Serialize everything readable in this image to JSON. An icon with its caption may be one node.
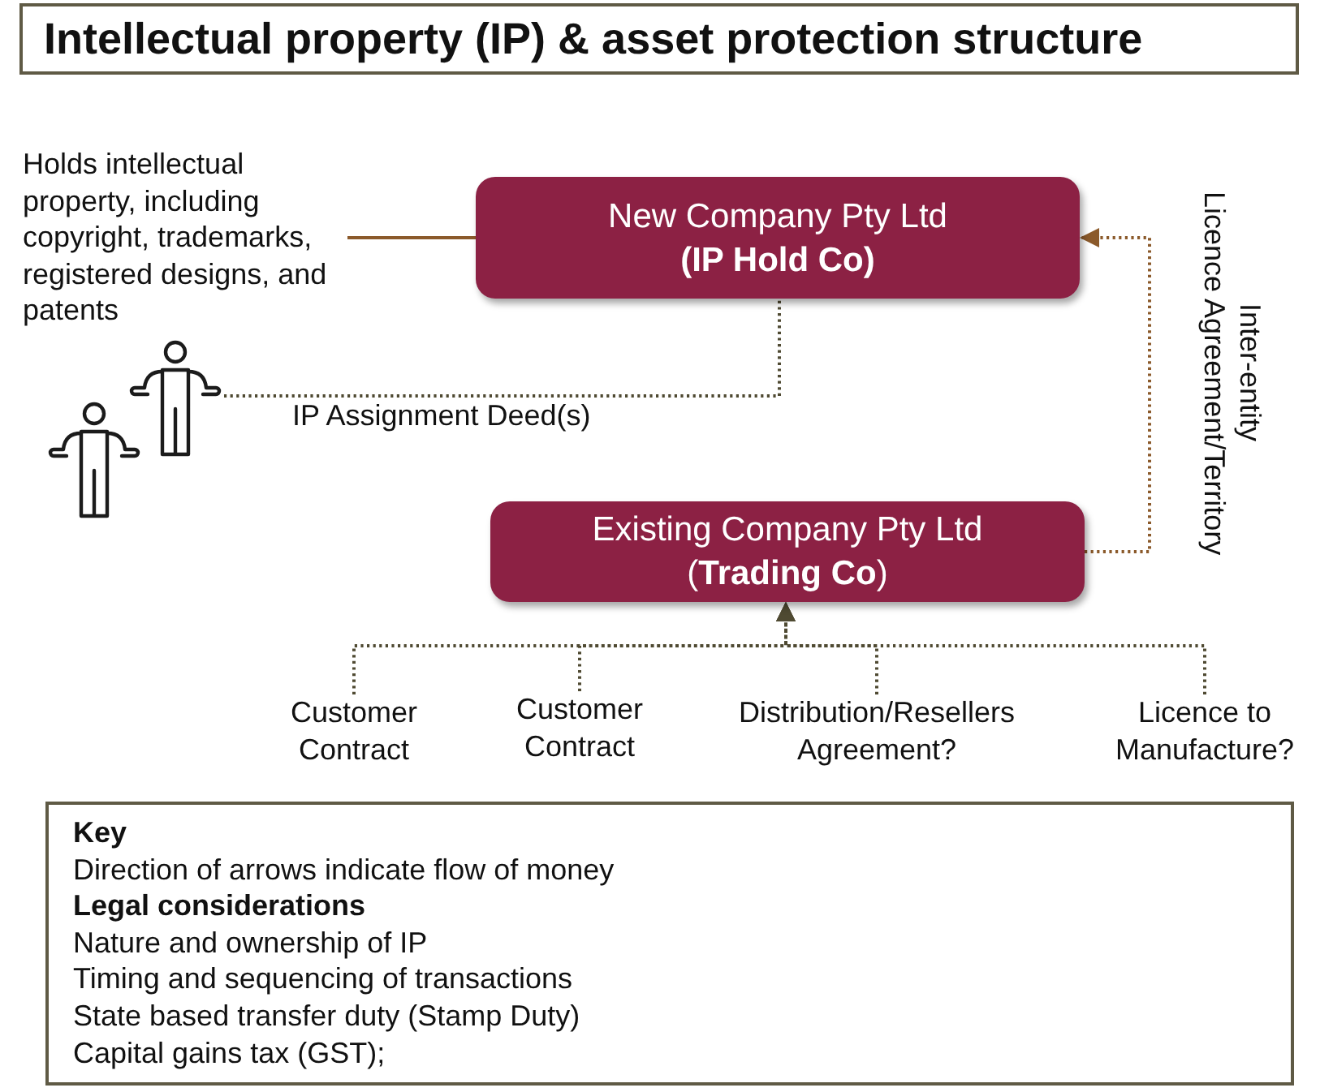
{
  "diagram": {
    "title": "Intellectual property (IP) & asset protection structure",
    "nodes": [
      {
        "text": [
          "Holds intellectual property, including copyright, trademarks, registered designs, and patents"
        ]
      },
      {
        "text": [
          "New Company Pty Ltd",
          "(IP Hold Co)"
        ]
      },
      {
        "text": [],
        "shape": "person"
      },
      {
        "text": [
          "Existing Company Pty Ltd",
          "(**Trading Co**)"
        ]
      },
      {
        "text": [
          "Customer Contract"
        ]
      },
      {
        "text": [
          "Customer Contract"
        ]
      },
      {
        "text": [
          "Distribution/Resellers Agreement?"
        ]
      },
      {
        "text": [
          "Licence to Manufacture?"
        ]
      },
      {
        "text": [
          "Key",
          "Direction of arrows indicate flow of money",
          "Legal considerations",
          "Nature and ownership of IP",
          "Timing and sequencing of transactions",
          "State based transfer duty (Stamp Duty)",
          "Capital gains tax (GST);"
        ]
      }
    ],
    "edges": [
      {
        "from": 0,
        "to": 1,
        "arrow": "none",
        "color": "#8b5a2b"
      },
      {
        "from": 2,
        "to": 1,
        "arrow": "none",
        "style": "dashed",
        "label": "IP Assignment Deed(s)"
      },
      {
        "from": 3,
        "to": 1,
        "arrow": "to",
        "style": "dashed",
        "color": "#8b5a2b",
        "label": "Inter-entity Licence Agreement/Territory"
      },
      {
        "from": 4,
        "to": 3,
        "arrow": "to",
        "style": "dashed"
      },
      {
        "from": 5,
        "to": 3,
        "arrow": "to",
        "style": "dashed"
      },
      {
        "from": 6,
        "to": 3,
        "arrow": "to",
        "style": "dashed"
      },
      {
        "from": 7,
        "to": 3,
        "arrow": "to",
        "style": "dashed"
      }
    ]
  }
}
